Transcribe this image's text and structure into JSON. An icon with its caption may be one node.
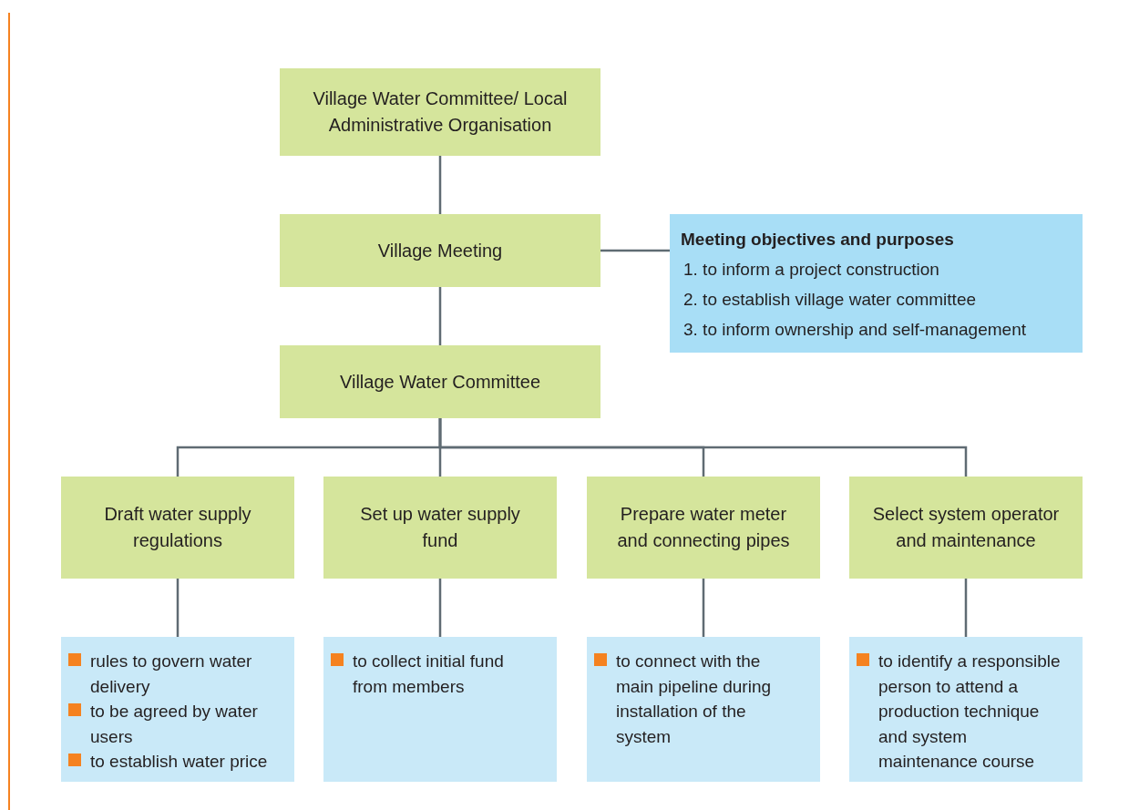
{
  "diagram": {
    "nodes": [
      {
        "text": [
          "Village Water Committee/ Local Administrative Organisation"
        ]
      },
      {
        "text": [
          "Village Meeting"
        ]
      },
      {
        "text": [
          "Meeting objectives and purposes",
          "1. to inform a project construction",
          "2. to establish village water committee",
          "3. to inform ownership and self-management"
        ]
      },
      {
        "text": [
          "Village Water Committee"
        ]
      },
      {
        "text": [
          "Draft water supply regulations"
        ]
      },
      {
        "text": [
          "Set up water supply fund"
        ]
      },
      {
        "text": [
          "Prepare water meter and connecting pipes"
        ]
      },
      {
        "text": [
          "Select system operator and maintenance"
        ]
      },
      {
        "text": [
          "rules to govern water delivery",
          "to be agreed by water users",
          "to establish water price"
        ]
      },
      {
        "text": [
          "to collect initial fund from members"
        ]
      },
      {
        "text": [
          "to connect with the main pipeline during installation of the system"
        ]
      },
      {
        "text": [
          "to identify a responsible person to attend a production technique and system maintenance course"
        ]
      }
    ],
    "edges": [
      {
        "from": 0,
        "to": 1,
        "arrow": "none"
      },
      {
        "from": 1,
        "to": 2,
        "arrow": "none"
      },
      {
        "from": 1,
        "to": 3,
        "arrow": "none"
      },
      {
        "from": 3,
        "to": 4,
        "arrow": "none"
      },
      {
        "from": 3,
        "to": 5,
        "arrow": "none"
      },
      {
        "from": 3,
        "to": 6,
        "arrow": "none"
      },
      {
        "from": 3,
        "to": 7,
        "arrow": "none"
      },
      {
        "from": 4,
        "to": 8,
        "arrow": "none"
      },
      {
        "from": 5,
        "to": 9,
        "arrow": "none"
      },
      {
        "from": 6,
        "to": 10,
        "arrow": "none"
      },
      {
        "from": 7,
        "to": 11,
        "arrow": "none"
      }
    ]
  }
}
